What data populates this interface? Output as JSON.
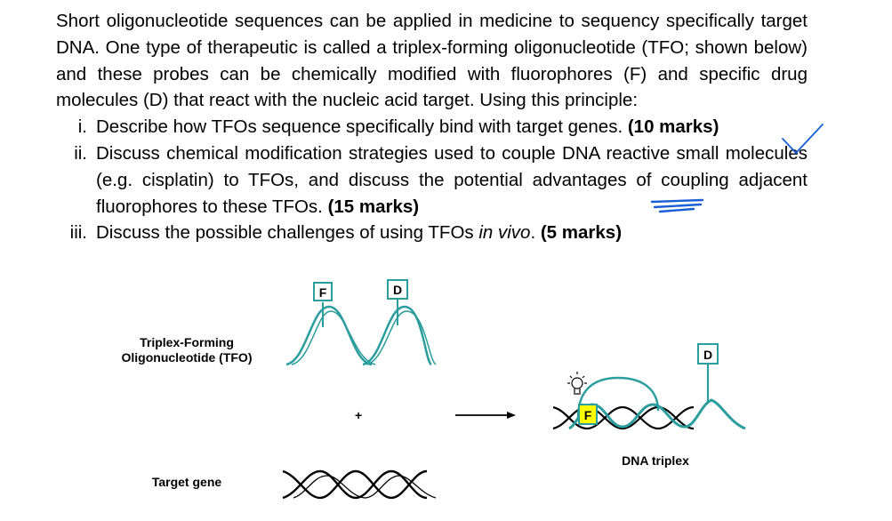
{
  "question": {
    "intro": "Short oligonucleotide sequences can be applied in medicine to sequency specifically target DNA. One type of therapeutic is called a triplex-forming oligonucleotide (TFO; shown below) and these probes can be chemically modified with fluorophores (F) and specific drug molecules (D) that react with the nucleic acid target. Using this principle:",
    "items": [
      {
        "num": "i.",
        "text": "Describe how TFOs sequence specifically bind with target genes. ",
        "marks": "(10 marks)",
        "tail": ""
      },
      {
        "num": "ii.",
        "text": "Discuss chemical modification strategies used to couple DNA reactive small molecules (e.g. cisplatin) to TFOs, and discuss the potential advantages of coupling adjacent fluorophores to these TFOs. ",
        "marks": "(15 marks)",
        "tail": ""
      },
      {
        "num": "iii.",
        "text_before": "Discuss the possible challenges of using TFOs ",
        "italic": "in vivo",
        "text_after": ". ",
        "marks": "(5 marks)"
      }
    ]
  },
  "figure": {
    "tfo_label_line1": "Triplex-Forming",
    "tfo_label_line2": "Oligonucleotide (TFO)",
    "target_label": "Target gene",
    "triplex_label": "DNA triplex",
    "plus": "+",
    "fluorophore": "F",
    "drug": "D",
    "colors": {
      "teal": "#2a9d9d",
      "black": "#000000",
      "yellow": "#ffff00",
      "annotation_blue": "#1a5fd6"
    }
  }
}
